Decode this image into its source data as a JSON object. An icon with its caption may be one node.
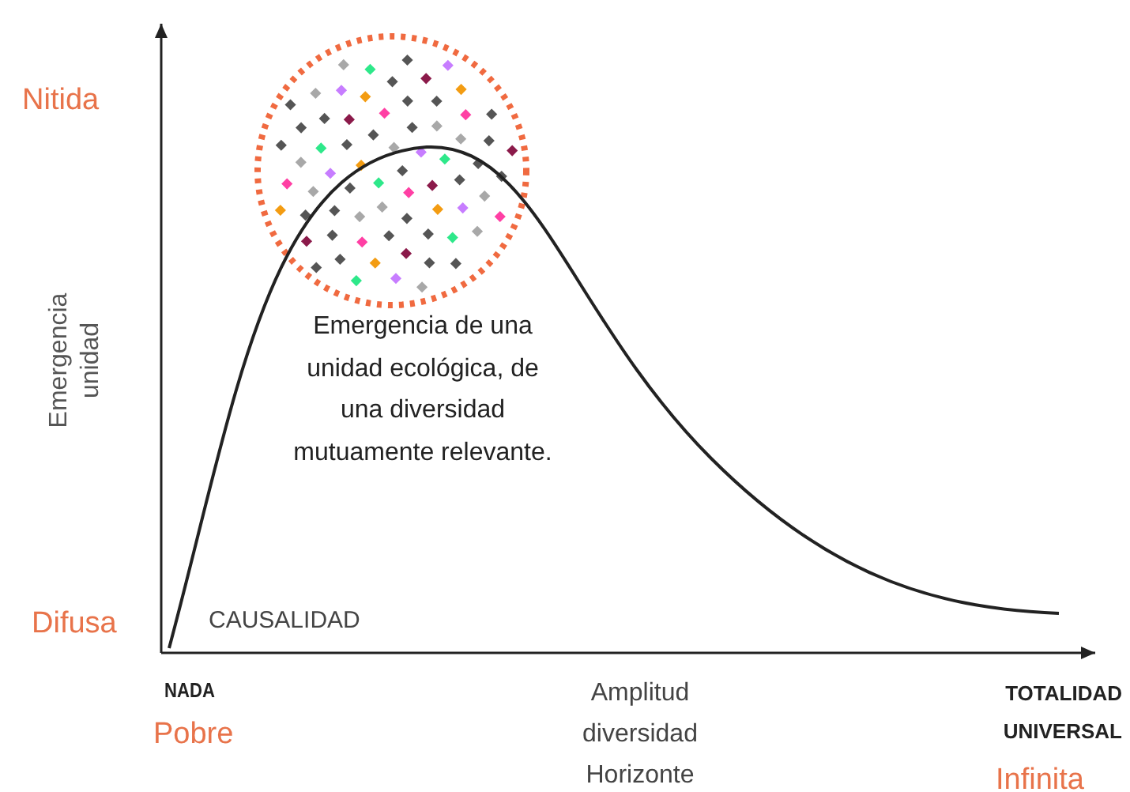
{
  "diagram": {
    "labels": [
      "Nitida",
      "Emergencia unidad",
      "Difusa",
      "CAUSALIDAD",
      "Emergencia de una unidad ecológica, de una diversidad mutuamente relevante.",
      "NADA",
      "Pobre",
      "Amplitud diversidad Horizonte",
      "TOTALIDAD UNIVERSAL",
      "Infinita"
    ]
  }
}
